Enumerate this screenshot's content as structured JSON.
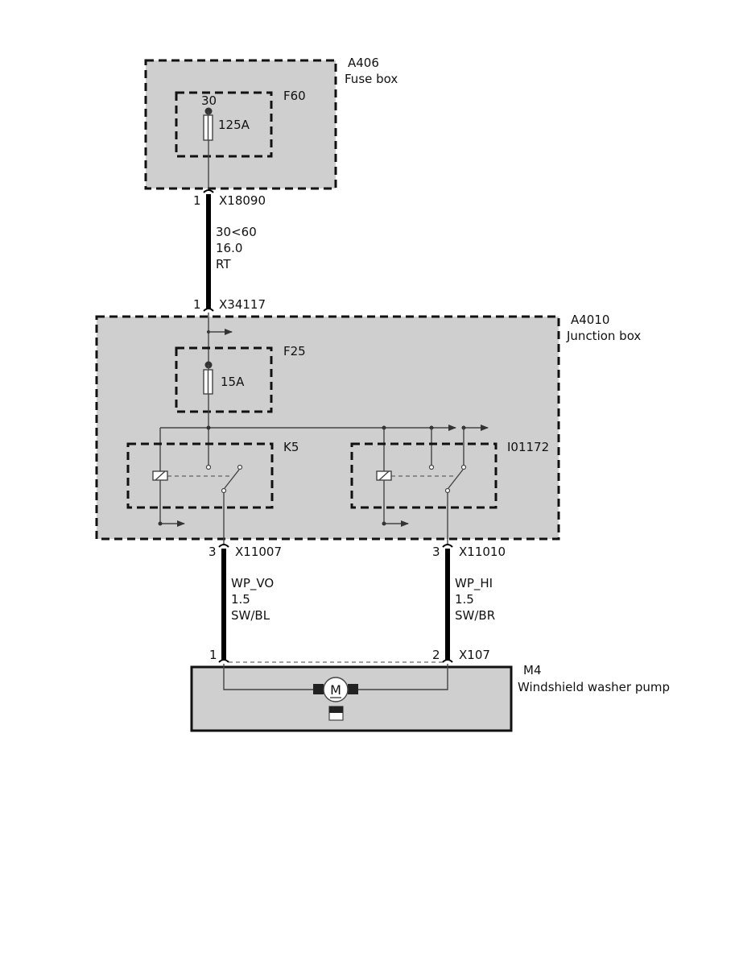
{
  "fuse_box": {
    "id": "A406",
    "name": "Fuse box"
  },
  "fuse_f60": {
    "id": "F60",
    "terminal": "30",
    "rating": "125A"
  },
  "wire_top": {
    "connector_top": "X18090",
    "pin_top": "1",
    "connector_bottom": "X34117",
    "pin_bottom": "1",
    "circuit": "30<60",
    "size": "16.0",
    "color": "RT"
  },
  "junction_box": {
    "id": "A4010",
    "name": "Junction box"
  },
  "fuse_f25": {
    "id": "F25",
    "rating": "15A"
  },
  "relay_k5": {
    "id": "K5"
  },
  "relay_i01172": {
    "id": "I01172"
  },
  "wire_left": {
    "connector_top": "X11007",
    "pin_top": "3",
    "pin_bottom": "1",
    "circuit": "WP_VO",
    "size": "1.5",
    "color": "SW/BL"
  },
  "wire_right": {
    "connector_top": "X11010",
    "pin_top": "3",
    "pin_bottom": "2",
    "circuit": "WP_HI",
    "size": "1.5",
    "color": "SW/BR"
  },
  "motor_connector": "X107",
  "pump": {
    "id": "M4",
    "name": "Windshield washer pump",
    "symbol": "M"
  }
}
